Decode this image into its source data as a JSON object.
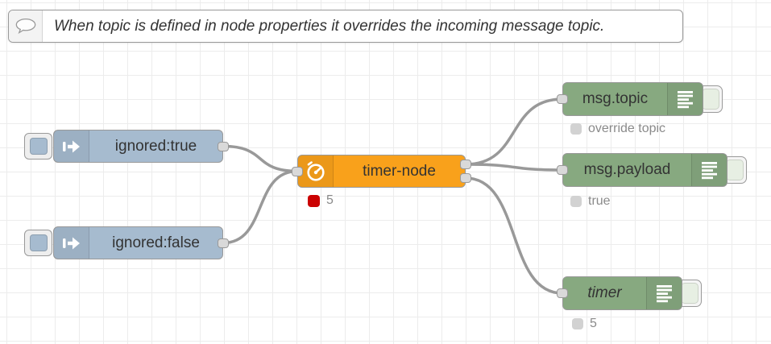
{
  "colors": {
    "inject-color": "#a6bbcf",
    "timer-color": "#f9a11b",
    "debug-color": "#87a980",
    "debug-button-color": "#e7efe3",
    "wire-color": "#999999",
    "status-red": "#cb0202",
    "status-gray": "#d2d2d2",
    "grid-line": "#ececec",
    "node-border": "#999999",
    "label-color": "#333333",
    "status-text": "#8a8a8a"
  },
  "comment": {
    "text": "When topic is defined in node properties it overrides the incoming message topic.",
    "icon": "speech-bubble-icon"
  },
  "nodes": {
    "inject_true": {
      "type": "inject",
      "label": "ignored:true",
      "icon": "inject-arrow-icon"
    },
    "inject_false": {
      "type": "inject",
      "label": "ignored:false",
      "icon": "inject-arrow-icon"
    },
    "timer": {
      "type": "timer",
      "label": "timer-node",
      "icon": "stopwatch-icon",
      "outputs": 2,
      "status": {
        "dot": "red",
        "text": "5"
      }
    },
    "debug_topic": {
      "type": "debug",
      "label": "msg.topic",
      "icon": "debug-list-icon",
      "status": {
        "dot": "gray",
        "text": "override topic"
      }
    },
    "debug_payload": {
      "type": "debug",
      "label": "msg.payload",
      "icon": "debug-list-icon",
      "status": {
        "dot": "gray",
        "text": "true"
      }
    },
    "debug_timer": {
      "type": "debug",
      "label": "timer",
      "icon": "debug-list-icon",
      "status": {
        "dot": "gray",
        "text": "5"
      }
    }
  },
  "wires": [
    {
      "from": "inject_true",
      "to": "timer"
    },
    {
      "from": "inject_false",
      "to": "timer"
    },
    {
      "from": "timer:output1",
      "to": "debug_topic"
    },
    {
      "from": "timer:output1",
      "to": "debug_payload"
    },
    {
      "from": "timer:output2",
      "to": "debug_timer"
    }
  ]
}
